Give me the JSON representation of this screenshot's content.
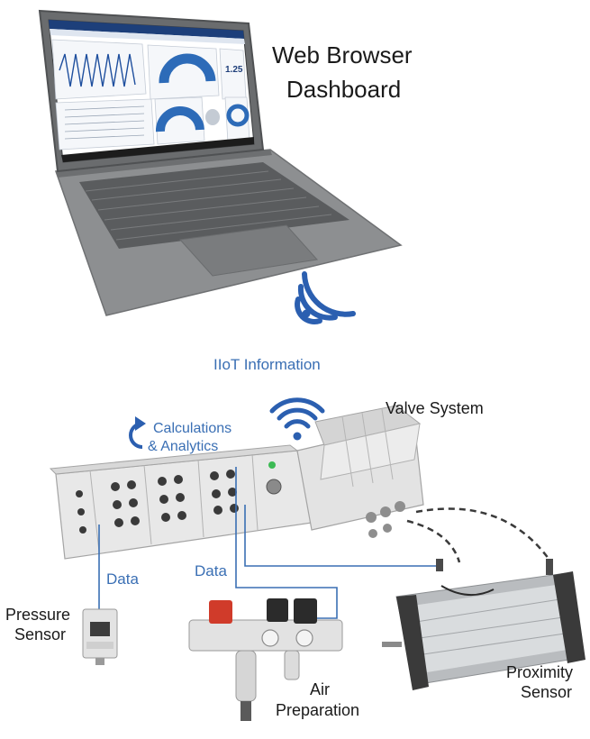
{
  "labels": {
    "web_browser": "Web Browser",
    "dashboard": "Dashboard",
    "iiot_information": "IIoT Information",
    "valve_system": "Valve System",
    "calculations": "Calculations",
    "analytics": "& Analytics",
    "data_left": "Data",
    "data_mid": "Data",
    "pressure": "Pressure",
    "sensor_left": "Sensor",
    "air": "Air",
    "preparation": "Preparation",
    "proximity": "Proximity",
    "sensor_right": "Sensor",
    "dashboard_gauge_value": "1.25"
  },
  "colors": {
    "link_blue": "#3a6fb4",
    "wifi_blue": "#2b5fb0",
    "laptop_gray": "#8b8d8f",
    "module_gray": "#e6e6e6"
  }
}
